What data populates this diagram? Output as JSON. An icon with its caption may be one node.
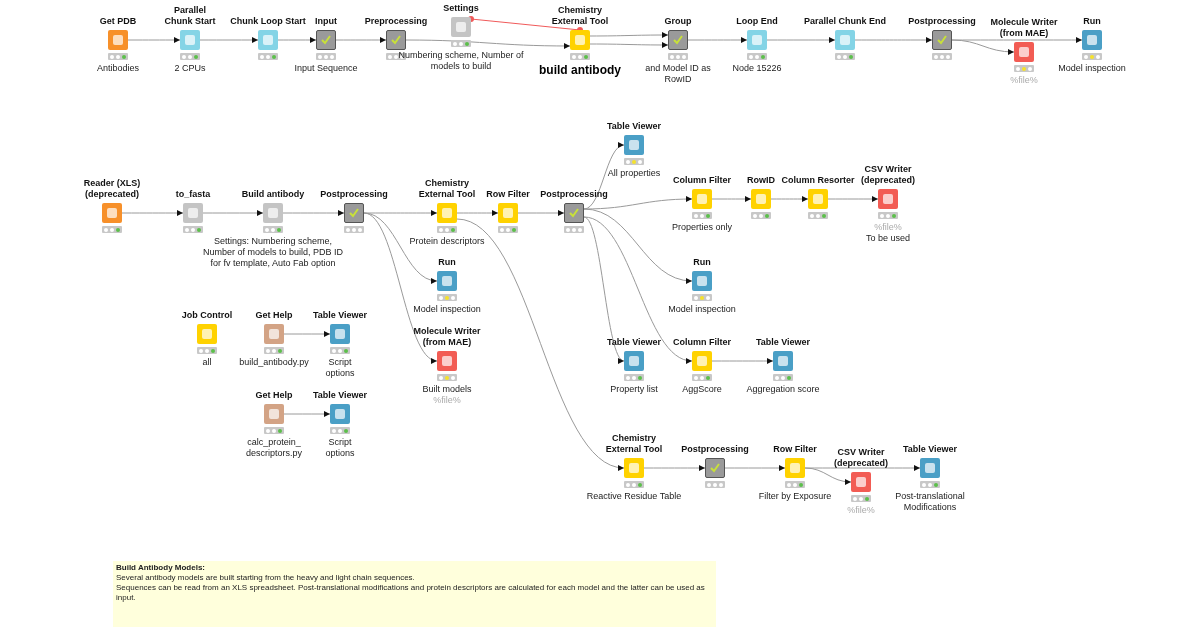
{
  "diagram": {
    "nodes": [
      {
        "text": [
          "Get PDB"
        ],
        "beside": [
          "Antibodies"
        ]
      },
      {
        "text": [
          "Parallel Chunk Start"
        ],
        "beside": [
          "2 CPUs"
        ]
      },
      {
        "text": [
          "Chunk Loop Start"
        ]
      },
      {
        "text": [
          "Input"
        ],
        "beside": [
          "Input Sequence"
        ]
      },
      {
        "text": [
          "Preprocessing"
        ]
      },
      {
        "text": [
          "Settings"
        ],
        "beside": [
          "Numbering scheme, Number of models to build"
        ]
      },
      {
        "text": [
          "Chemistry External Tool"
        ],
        "beside": [
          "build antibody"
        ]
      },
      {
        "text": [
          "Group"
        ],
        "beside": [
          "and Model ID as RowID"
        ]
      },
      {
        "text": [
          "Loop End"
        ],
        "beside": [
          "Node 15226"
        ]
      },
      {
        "text": [
          "Parallel Chunk End"
        ]
      },
      {
        "text": [
          "Postprocessing"
        ]
      },
      {
        "text": [
          "Molecule Writer (from MAE)"
        ],
        "beside": [
          "%file%"
        ]
      },
      {
        "text": [
          "Run"
        ],
        "beside": [
          "Model inspection"
        ]
      },
      {
        "text": [
          "Reader (XLS) (deprecated)"
        ]
      },
      {
        "text": [
          "to_fasta"
        ]
      },
      {
        "text": [
          "Build antibody"
        ],
        "beside": [
          "Settings: Numbering scheme, Number of models to build, PDB ID for fv template, Auto Fab option"
        ]
      },
      {
        "text": [
          "Postprocessing"
        ]
      },
      {
        "text": [
          "Chemistry External Tool"
        ],
        "beside": [
          "Protein descriptors"
        ]
      },
      {
        "text": [
          "Row Filter"
        ]
      },
      {
        "text": [
          "Postprocessing"
        ]
      },
      {
        "text": [
          "Table Viewer"
        ],
        "beside": [
          "All properties"
        ]
      },
      {
        "text": [
          "Column Filter"
        ],
        "beside": [
          "Properties only"
        ]
      },
      {
        "text": [
          "RowID"
        ]
      },
      {
        "text": [
          "Column Resorter"
        ]
      },
      {
        "text": [
          "CSV Writer (deprecated)"
        ],
        "beside": [
          "%file%",
          "To be used"
        ]
      },
      {
        "text": [
          "Run"
        ],
        "beside": [
          "Model inspection"
        ]
      },
      {
        "text": [
          "Run"
        ],
        "beside": [
          "Model inspection"
        ]
      },
      {
        "text": [
          "Molecule Writer (from MAE)"
        ],
        "beside": [
          "Built models",
          "%file%"
        ]
      },
      {
        "text": [
          "Job Control"
        ],
        "beside": [
          "all"
        ]
      },
      {
        "text": [
          "Get Help"
        ],
        "beside": [
          "build_antibody.py"
        ]
      },
      {
        "text": [
          "Table Viewer"
        ],
        "beside": [
          "Script options"
        ]
      },
      {
        "text": [
          "Get Help"
        ],
        "beside": [
          "calc_protein_ descriptors.py"
        ]
      },
      {
        "text": [
          "Table Viewer"
        ],
        "beside": [
          "Script options"
        ]
      },
      {
        "text": [
          "Table Viewer"
        ],
        "beside": [
          "Property list"
        ]
      },
      {
        "text": [
          "Column Filter"
        ],
        "beside": [
          "AggScore"
        ]
      },
      {
        "text": [
          "Table Viewer"
        ],
        "beside": [
          "Aggregation score"
        ]
      },
      {
        "text": [
          "Chemistry External Tool"
        ],
        "beside": [
          "Reactive Residue Table"
        ]
      },
      {
        "text": [
          "Postprocessing"
        ]
      },
      {
        "text": [
          "Row Filter"
        ],
        "beside": [
          "Filter by Exposure"
        ]
      },
      {
        "text": [
          "CSV Writer (deprecated)"
        ],
        "beside": [
          "%file%"
        ]
      },
      {
        "text": [
          "Table Viewer"
        ],
        "beside": [
          "Post-translational Modifications"
        ]
      },
      {
        "text": [
          "Build Antibody Models:",
          "Several antibody models are built starting from the heavy and light chain sequences.",
          "Sequences can be read from an XLS spreadsheet. Post-translational modifications and protein descriptors are calculated for each model and the latter can be used as input."
        ]
      }
    ],
    "edges": [
      {
        "from": 0,
        "to": 1,
        "arrow": "to"
      },
      {
        "from": 1,
        "to": 2,
        "arrow": "to"
      },
      {
        "from": 2,
        "to": 3,
        "arrow": "to"
      },
      {
        "from": 3,
        "to": 4,
        "arrow": "to"
      },
      {
        "from": 4,
        "to": 6,
        "arrow": "to"
      },
      {
        "from": 5,
        "to": 6,
        "arrow": "other",
        "color": "#f05a5a"
      },
      {
        "from": 6,
        "to": 7,
        "arrow": "to"
      },
      {
        "from": 6,
        "to": 7,
        "arrow": "to"
      },
      {
        "from": 7,
        "to": 8,
        "arrow": "to"
      },
      {
        "from": 8,
        "to": 9,
        "arrow": "to"
      },
      {
        "from": 9,
        "to": 10,
        "arrow": "to"
      },
      {
        "from": 10,
        "to": 12,
        "arrow": "to"
      },
      {
        "from": 10,
        "to": 11,
        "arrow": "to"
      },
      {
        "from": 13,
        "to": 14,
        "arrow": "to"
      },
      {
        "from": 14,
        "to": 15,
        "arrow": "to"
      },
      {
        "from": 15,
        "to": 16,
        "arrow": "to"
      },
      {
        "from": 16,
        "to": 17,
        "arrow": "to"
      },
      {
        "from": 16,
        "to": 25,
        "arrow": "to"
      },
      {
        "from": 16,
        "to": 27,
        "arrow": "to"
      },
      {
        "from": 17,
        "to": 18,
        "arrow": "to"
      },
      {
        "from": 17,
        "to": 36,
        "arrow": "to"
      },
      {
        "from": 18,
        "to": 19,
        "arrow": "to"
      },
      {
        "from": 19,
        "to": 20,
        "arrow": "to"
      },
      {
        "from": 19,
        "to": 21,
        "arrow": "to"
      },
      {
        "from": 21,
        "to": 22,
        "arrow": "to"
      },
      {
        "from": 22,
        "to": 23,
        "arrow": "to"
      },
      {
        "from": 23,
        "to": 24,
        "arrow": "to"
      },
      {
        "from": 19,
        "to": 26,
        "arrow": "to"
      },
      {
        "from": 19,
        "to": 33,
        "arrow": "to"
      },
      {
        "from": 19,
        "to": 34,
        "arrow": "to"
      },
      {
        "from": 34,
        "to": 35,
        "arrow": "to"
      },
      {
        "from": 29,
        "to": 30,
        "arrow": "to"
      },
      {
        "from": 31,
        "to": 32,
        "arrow": "to"
      },
      {
        "from": 36,
        "to": 37,
        "arrow": "to"
      },
      {
        "from": 37,
        "to": 38,
        "arrow": "to"
      },
      {
        "from": 38,
        "to": 40,
        "arrow": "to"
      },
      {
        "from": 38,
        "to": 39,
        "arrow": "to"
      }
    ]
  }
}
